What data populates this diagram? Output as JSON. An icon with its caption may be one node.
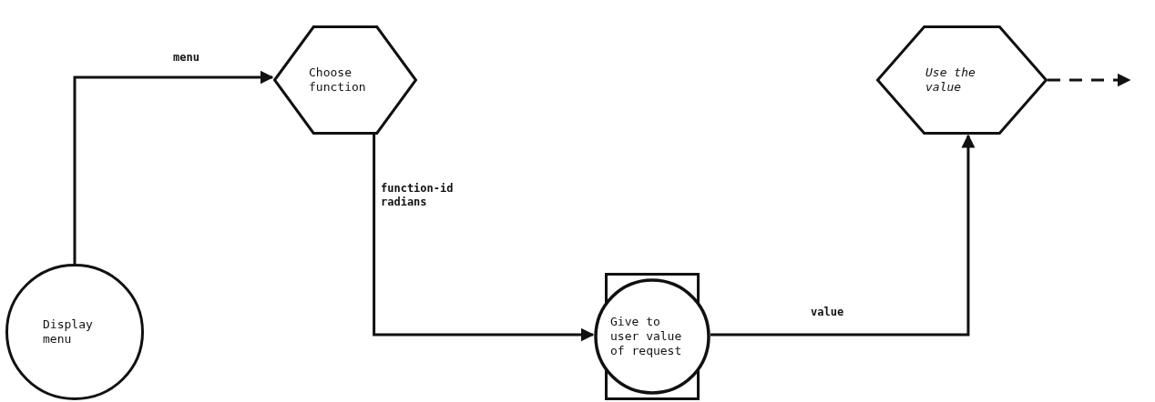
{
  "diagram": {
    "nodes": [
      {
        "text": [
          "Display menu"
        ]
      },
      {
        "text": [
          "Choose function"
        ]
      },
      {
        "text": [
          "Give to user value of request"
        ]
      },
      {
        "text": [
          "Use the value"
        ]
      }
    ],
    "edges": [
      {
        "from": 0,
        "to": 1,
        "arrow": "to",
        "label": "menu"
      },
      {
        "from": 1,
        "to": 2,
        "arrow": "to",
        "label": "function-id radians"
      },
      {
        "from": 2,
        "to": 3,
        "arrow": "to",
        "label": "value"
      },
      {
        "from": 3,
        "to": null,
        "arrow": "to",
        "style": "dashed"
      }
    ]
  }
}
